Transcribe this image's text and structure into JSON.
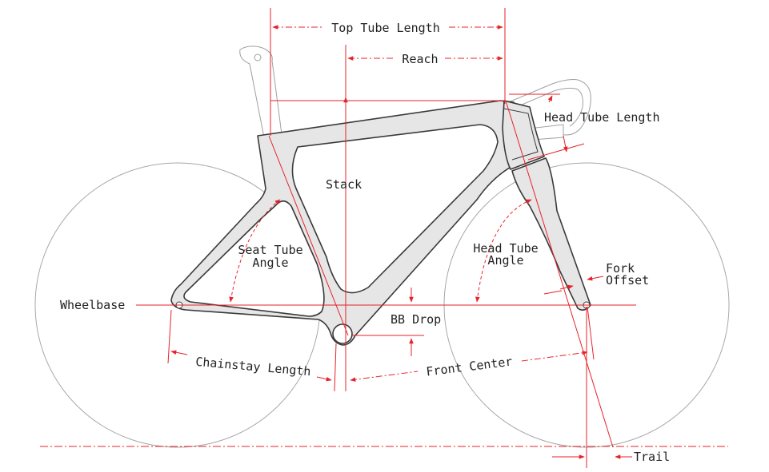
{
  "labels": {
    "top_tube_length": "Top Tube Length",
    "reach": "Reach",
    "head_tube_length": "Head Tube Length",
    "stack": "Stack",
    "seat_tube_angle_line1": "Seat Tube",
    "seat_tube_angle_line2": "Angle",
    "head_tube_angle_line1": "Head Tube",
    "head_tube_angle_line2": "Angle",
    "fork_offset_line1": "Fork",
    "fork_offset_line2": "Offset",
    "wheelbase": "Wheelbase",
    "bb_drop": "BB Drop",
    "chainstay_length": "Chainstay Length",
    "front_center": "Front Center",
    "trail": "Trail"
  },
  "colors": {
    "measure": "#e8222a",
    "frame_fill": "#e6e6e6",
    "frame_stroke": "#3a3a3a",
    "outline": "#a0a0a0",
    "text": "#222222"
  }
}
